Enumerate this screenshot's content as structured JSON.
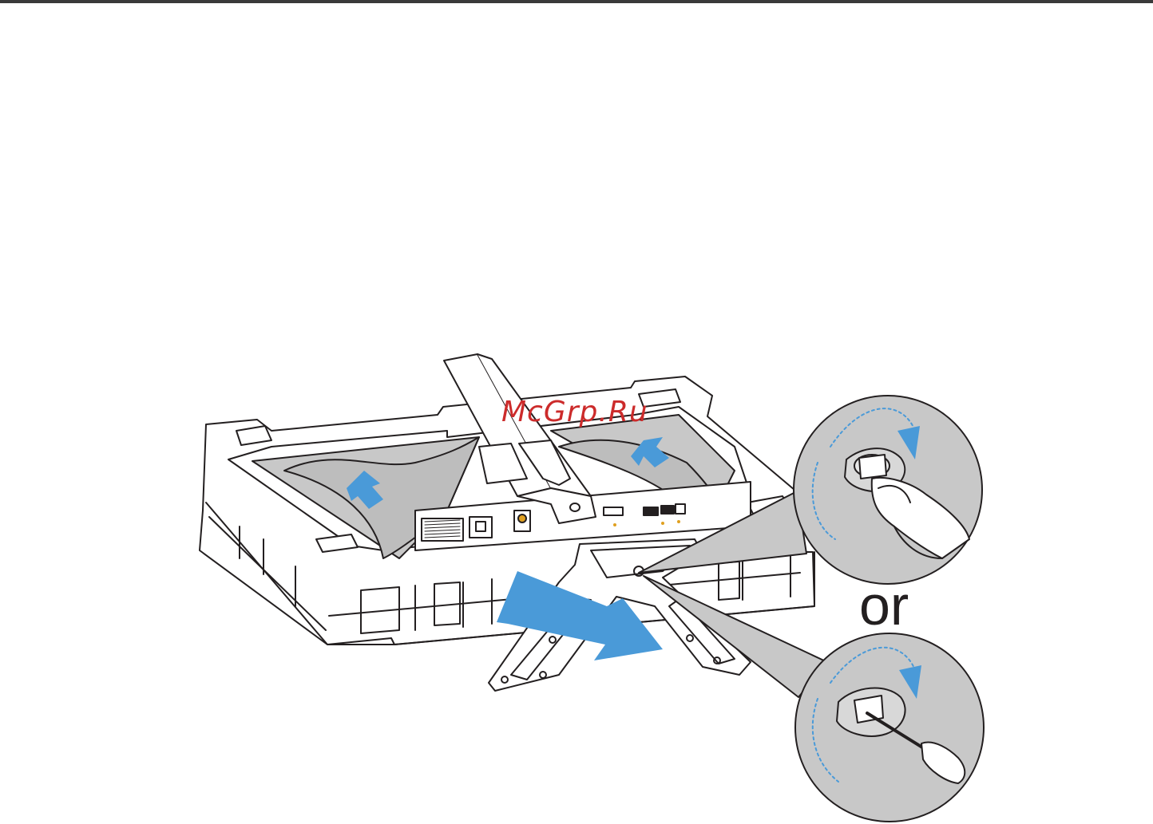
{
  "watermark": "McGrp.Ru",
  "separator_label": "or",
  "illustration": {
    "subject": "monitor-in-packaging-stand-base-assembly",
    "callouts": [
      "tighten-by-hand",
      "tighten-with-screwdriver"
    ],
    "arrows": [
      "lift-foam-left",
      "lift-foam-right",
      "attach-base"
    ]
  },
  "colors": {
    "arrow": "#4a9ad8",
    "shade": "#c8c8c8",
    "line": "#231f20",
    "rule": "#3a3a3a",
    "watermark": "#cc2b2b"
  }
}
